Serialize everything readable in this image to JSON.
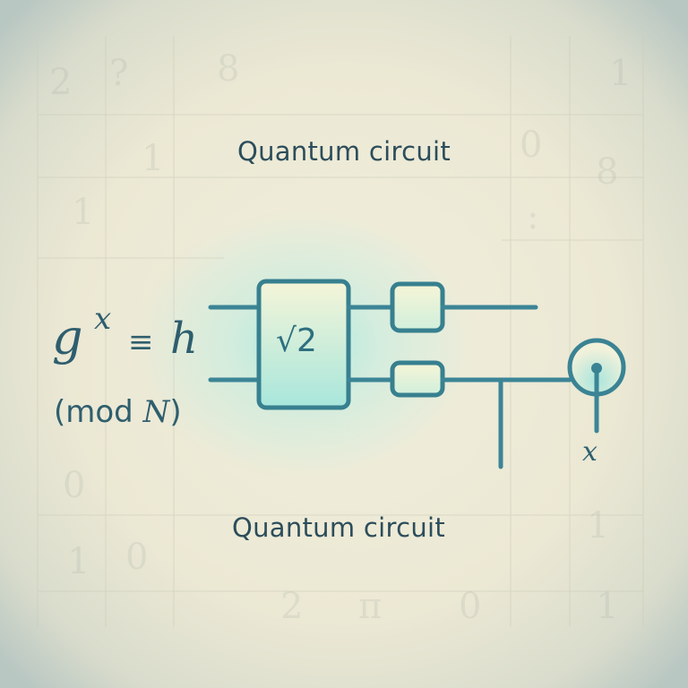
{
  "diagram": {
    "title_top": "Quantum circuit",
    "title_bottom": "Quantum circuit",
    "equation": {
      "base": "g",
      "exponent": "x",
      "relation": "≡",
      "rhs": "h",
      "modulus_prefix": "(mod ",
      "modulus_var": "N",
      "modulus_suffix": ")"
    },
    "gates": [
      {
        "id": "sqrt2-gate",
        "label": "√2"
      },
      {
        "id": "small-gate-top",
        "label": ""
      },
      {
        "id": "small-gate-bottom",
        "label": ""
      }
    ],
    "measurement": {
      "output_label": "x"
    },
    "background_digits": [
      "2",
      "?",
      "8",
      "1",
      "1",
      "0",
      "8",
      "1",
      ":",
      "0",
      "1",
      "0",
      "1",
      "2",
      "π",
      "0",
      "1"
    ],
    "colors": {
      "wire": "#3c8596",
      "text": "#2c4d5b",
      "gate_fill": "#e9f6e4",
      "glow": "#a0e8e2",
      "background": "#efeedb"
    }
  }
}
